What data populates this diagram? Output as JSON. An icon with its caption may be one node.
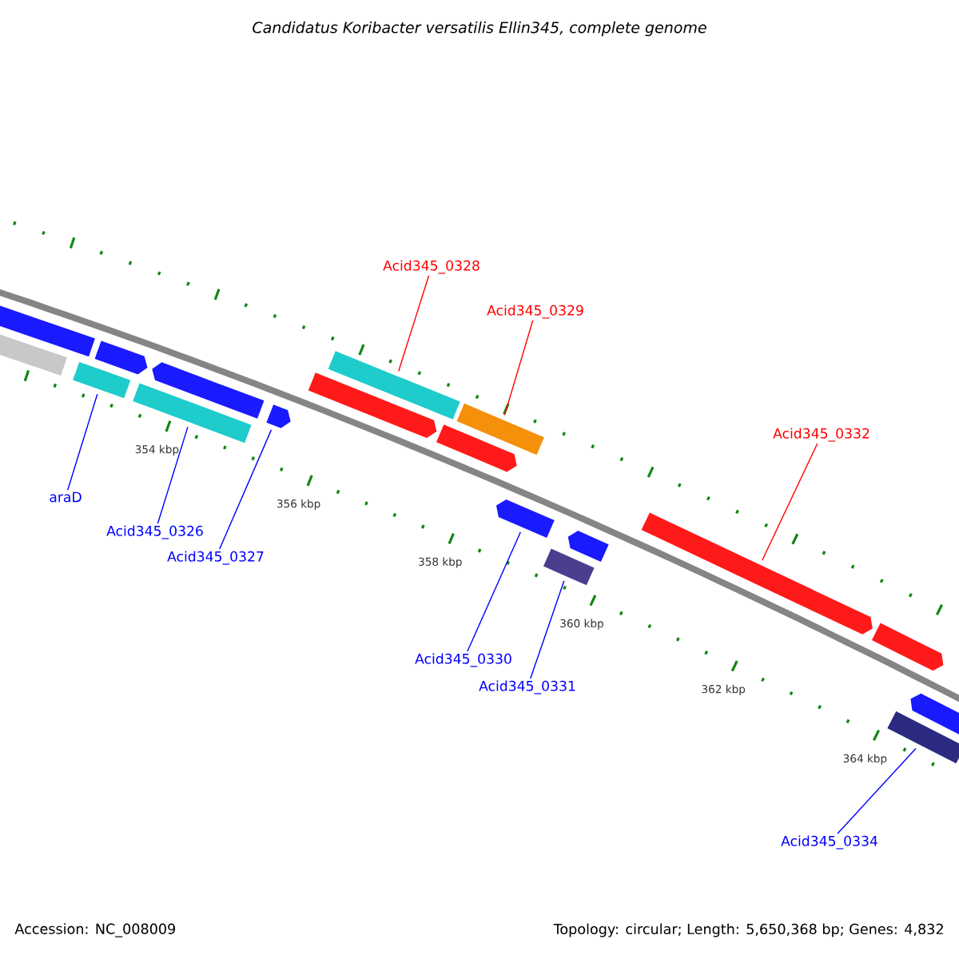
{
  "diagram": {
    "title": "Candidatus Koribacter versatilis Ellin345, complete genome",
    "nodes": [
      {
        "text": [
          "Acid345_0328"
        ]
      },
      {
        "text": [
          "Acid345_0329"
        ]
      },
      {
        "text": [
          "Acid345_0332"
        ]
      },
      {
        "text": [
          "araD"
        ]
      },
      {
        "text": [
          "Acid345_0326"
        ]
      },
      {
        "text": [
          "Acid345_0327"
        ]
      },
      {
        "text": [
          "Acid345_0330"
        ]
      },
      {
        "text": [
          "Acid345_0331"
        ]
      },
      {
        "text": [
          "Acid345_0334"
        ]
      },
      {
        "text": [],
        "shape": "bar"
      },
      {
        "text": [],
        "shape": "bar"
      },
      {
        "text": [],
        "shape": "bar"
      },
      {
        "text": [],
        "shape": "bar"
      },
      {
        "text": [],
        "shape": "bar"
      },
      {
        "text": [],
        "shape": "bar"
      },
      {
        "text": [],
        "shape": "bar"
      },
      {
        "text": [],
        "shape": "bar"
      },
      {
        "text": [],
        "shape": "bar"
      },
      {
        "text": [],
        "shape": "bar"
      },
      {
        "text": [],
        "shape": "bar"
      },
      {
        "text": [],
        "shape": "bar"
      },
      {
        "text": [],
        "shape": "bar"
      },
      {
        "text": [],
        "shape": "bar"
      },
      {
        "text": [],
        "shape": "bar"
      },
      {
        "text": [],
        "shape": "bar"
      },
      {
        "text": [],
        "shape": "bar"
      },
      {
        "text": [],
        "shape": "bar"
      }
    ],
    "edges": [
      {
        "from": 0,
        "to": 17,
        "arrow": "none",
        "color": "#ff0000"
      },
      {
        "from": 1,
        "to": 19,
        "arrow": "none",
        "color": "#ff0000"
      },
      {
        "from": 2,
        "to": 23,
        "arrow": "none",
        "color": "#ff0000"
      },
      {
        "from": 3,
        "to": 11,
        "arrow": "none"
      },
      {
        "from": 4,
        "to": 13,
        "arrow": "none"
      },
      {
        "from": 5,
        "to": 15,
        "arrow": "none"
      },
      {
        "from": 6,
        "to": 20,
        "arrow": "none"
      },
      {
        "from": 7,
        "to": 21,
        "arrow": "none"
      },
      {
        "from": 8,
        "to": 25,
        "arrow": "none"
      }
    ],
    "labels": [
      "354 kbp",
      "356 kbp",
      "358 kbp",
      "360 kbp",
      "362 kbp",
      "364 kbp",
      "Accession: NC_008009",
      "Topology: circular; Length: 5,650,368 bp; Genes: 4,832"
    ]
  }
}
